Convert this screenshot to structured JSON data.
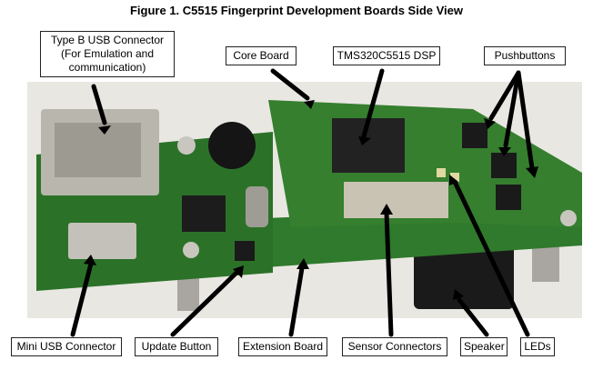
{
  "figure": {
    "title": "Figure 1. C5515 Fingerprint Development Boards Side View"
  },
  "labels": {
    "usb_b": "Type B USB Connector (For Emulation and communication)",
    "core_board": "Core Board",
    "dsp": "TMS320C5515 DSP",
    "pushbuttons": "Pushbuttons",
    "mini_usb": "Mini USB Connector",
    "update_button": "Update Button",
    "extension_board": "Extension Board",
    "sensor_connectors": "Sensor Connectors",
    "speaker": "Speaker",
    "leds": "LEDs"
  },
  "colors": {
    "pcb": "#2f7a2c",
    "pcb_dark": "#1f5a1e",
    "metal": "#b9b6ae",
    "background": "#ffffff"
  }
}
